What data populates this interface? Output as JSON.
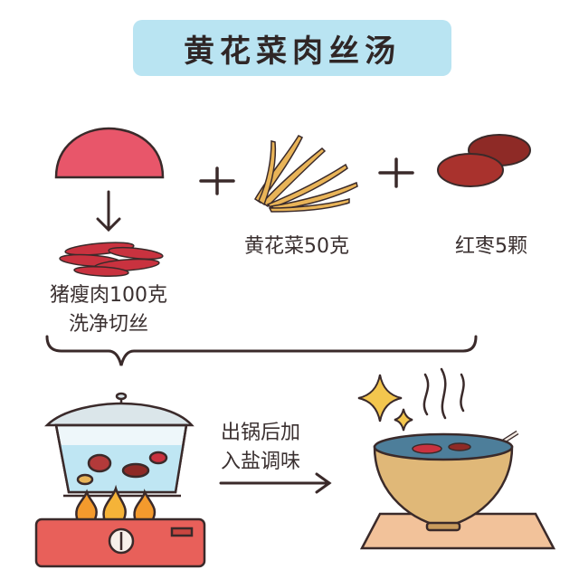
{
  "title": "黄花菜肉丝汤",
  "ingredients": {
    "pork_amount": "猪瘦肉100克",
    "pork_prep": "洗净切丝",
    "daylily": "黄花菜50克",
    "jujube": "红枣5颗"
  },
  "step_note": {
    "line1": "出锅后加",
    "line2": "入盐调味"
  },
  "colors": {
    "title_bg": "#b9e4f2",
    "meat": "#e8566a",
    "daylily": "#e9b458",
    "jujube": "#8e2a26",
    "bowl": "#e0b878",
    "stove": "#e8605a",
    "flame": "#f39a2d",
    "pot_water": "#bfe6f3",
    "sparkle": "#f3c64e"
  },
  "icons": [
    "meat-chunk-icon",
    "sliced-meat-icon",
    "plus-icon",
    "daylily-icon",
    "jujube-icon",
    "down-arrow-icon",
    "right-arrow-icon",
    "pot-on-stove-icon",
    "soup-bowl-icon",
    "sparkle-icon",
    "steam-icon"
  ]
}
